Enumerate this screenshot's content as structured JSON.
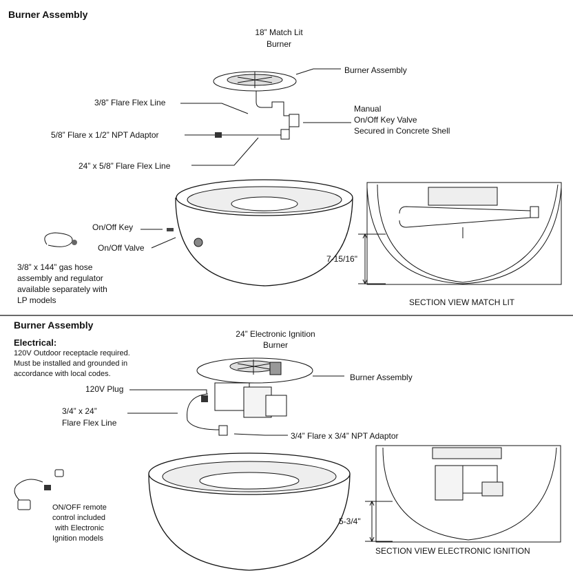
{
  "top": {
    "heading": "Burner Assembly",
    "burner_title_1": "18” Match Lit",
    "burner_title_2": "Burner",
    "labels": {
      "burner_assembly": "Burner Assembly",
      "flare_flex_line": "3/8” Flare Flex Line",
      "manual_1": "Manual",
      "manual_2": "On/Off Key Valve",
      "manual_3": "Secured in Concrete Shell",
      "adaptor": "5/8” Flare x 1/2” NPT Adaptor",
      "flex_line_24": "24” x 5/8” Flare Flex Line",
      "onoff_key": "On/Off Key",
      "onoff_valve": "On/Off Valve",
      "hose_1": "3/8” x 144” gas hose",
      "hose_2": "assembly and regulator",
      "hose_3": "available separately with",
      "hose_4": "LP models",
      "dimension": "7-15/16\"",
      "section_view": "SECTION VIEW MATCH LIT"
    }
  },
  "bottom": {
    "heading": "Burner Assembly",
    "electrical_heading": "Electrical:",
    "electrical_1": "120V Outdoor receptacle required.",
    "electrical_2": "Must be installed and grounded in",
    "electrical_3": "accordance with local codes.",
    "burner_title_1": "24” Electronic Ignition",
    "burner_title_2": "Burner",
    "labels": {
      "burner_assembly": "Burner Assembly",
      "plug": "120V Plug",
      "flex_1": "3/4” x 24”",
      "flex_2": "Flare Flex Line",
      "adaptor": "3/4” Flare x 3/4” NPT Adaptor",
      "remote_1": "ON/OFF remote",
      "remote_2": "control included",
      "remote_3": "with Electronic",
      "remote_4": "Ignition models",
      "dimension": "5-3/4\"",
      "section_view": "SECTION VIEW ELECTRONIC IGNITION"
    }
  }
}
